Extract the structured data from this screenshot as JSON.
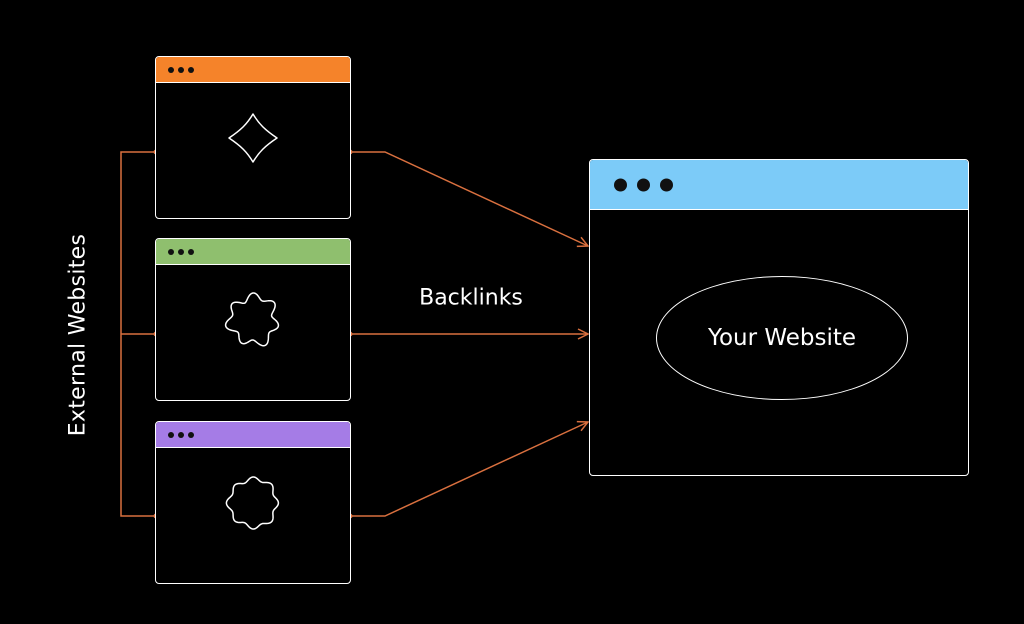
{
  "labels": {
    "external_websites": "External Websites",
    "backlinks": "Backlinks",
    "your_website": "Your Website"
  },
  "external_sites": [
    {
      "bar_color": "#f5832a",
      "badge": "four-point-sparkle-icon"
    },
    {
      "bar_color": "#8fbf6e",
      "badge": "seven-point-starburst-icon"
    },
    {
      "bar_color": "#a57ce6",
      "badge": "scalloped-badge-icon"
    }
  ],
  "target_site": {
    "bar_color": "#7ccbf8"
  },
  "colors": {
    "background": "#000000",
    "outline": "#ffffff",
    "connector": "#d9703f"
  }
}
